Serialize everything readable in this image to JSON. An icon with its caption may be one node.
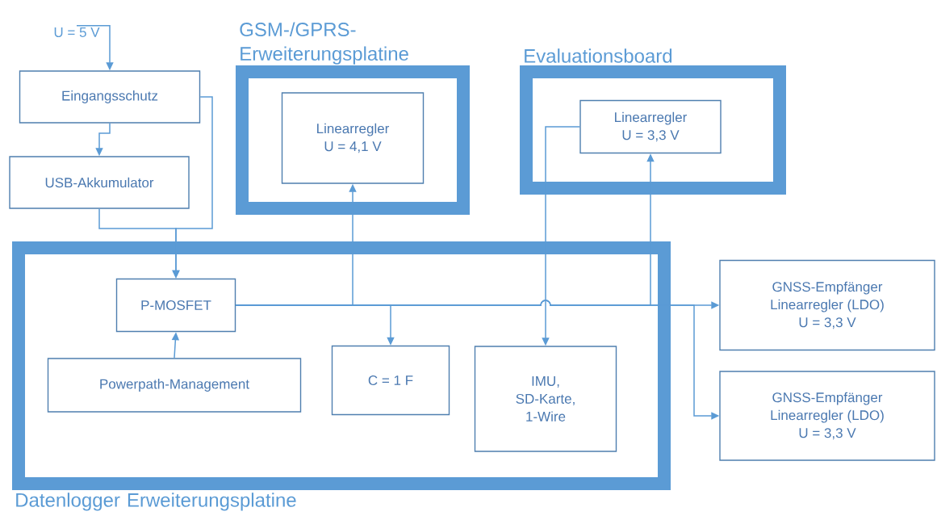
{
  "diagram": {
    "nodes": [
      {
        "text": [
          "U = 5 V"
        ]
      },
      {
        "text": [
          "Eingangsschutz"
        ]
      },
      {
        "text": [
          "USB-Akkumulator"
        ]
      },
      {
        "text": [
          "GSM-/GPRS- Erweiterungsplatine"
        ]
      },
      {
        "text": [
          "Linearregler",
          "U = 4,1 V"
        ],
        "in": 3
      },
      {
        "text": [
          "Evaluationsboard"
        ]
      },
      {
        "text": [
          "Linearregler",
          "U = 3,3 V"
        ],
        "in": 5
      },
      {
        "text": [
          "Datenlogger Erweiterungsplatine"
        ]
      },
      {
        "text": [
          "P-MOSFET"
        ],
        "in": 7
      },
      {
        "text": [
          "Powerpath-Management"
        ],
        "in": 7
      },
      {
        "text": [
          "C = 1 F"
        ],
        "in": 7
      },
      {
        "text": [
          "IMU, SD-Karte, 1-Wire"
        ],
        "in": 7
      },
      {
        "text": [
          "GNSS-Empfänger",
          "Linearregler (LDO)",
          "U = 3,3 V"
        ]
      },
      {
        "text": [
          "GNSS-Empfänger",
          "Linearregler (LDO)",
          "U = 3,3 V"
        ]
      }
    ],
    "edges": [
      {
        "from": 0,
        "to": 1,
        "arrow": "to"
      },
      {
        "from": 1,
        "to": 2,
        "arrow": "to"
      },
      {
        "from": 1,
        "to": 8,
        "arrow": "to"
      },
      {
        "from": 2,
        "to": 8,
        "arrow": "to"
      },
      {
        "from": 9,
        "to": 8,
        "arrow": "to"
      },
      {
        "from": 8,
        "to": 4,
        "arrow": "to"
      },
      {
        "from": 8,
        "to": 10,
        "arrow": "to"
      },
      {
        "from": 8,
        "to": 6,
        "arrow": "to"
      },
      {
        "from": 6,
        "to": 11,
        "arrow": "to"
      },
      {
        "from": 8,
        "to": 12,
        "arrow": "to"
      },
      {
        "from": 8,
        "to": 13,
        "arrow": "to"
      }
    ]
  }
}
